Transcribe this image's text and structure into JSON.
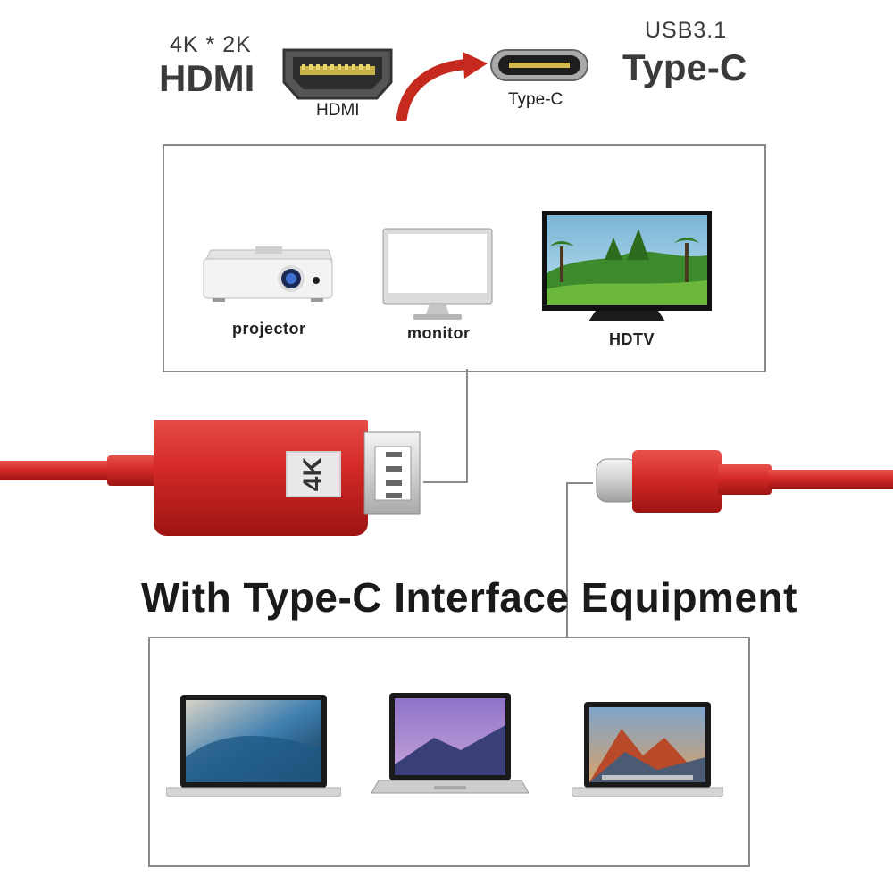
{
  "header": {
    "resolution": "4K * 2K",
    "hdmi_big": "HDMI",
    "usb_version": "USB3.1",
    "typec_big": "Type-C",
    "hdmi_port_label": "HDMI",
    "typec_port_label": "Type-C"
  },
  "displays": {
    "projector_label": "projector",
    "monitor_label": "monitor",
    "hdtv_label": "HDTV"
  },
  "cable": {
    "badge_text": "4K",
    "brand_color": "#d42a27"
  },
  "headline": "With  Type-C Interface Equipment",
  "icons": {
    "arrow": "curved-arrow-icon",
    "hdmi_port": "hdmi-port-icon",
    "typec_port": "typec-port-icon"
  }
}
